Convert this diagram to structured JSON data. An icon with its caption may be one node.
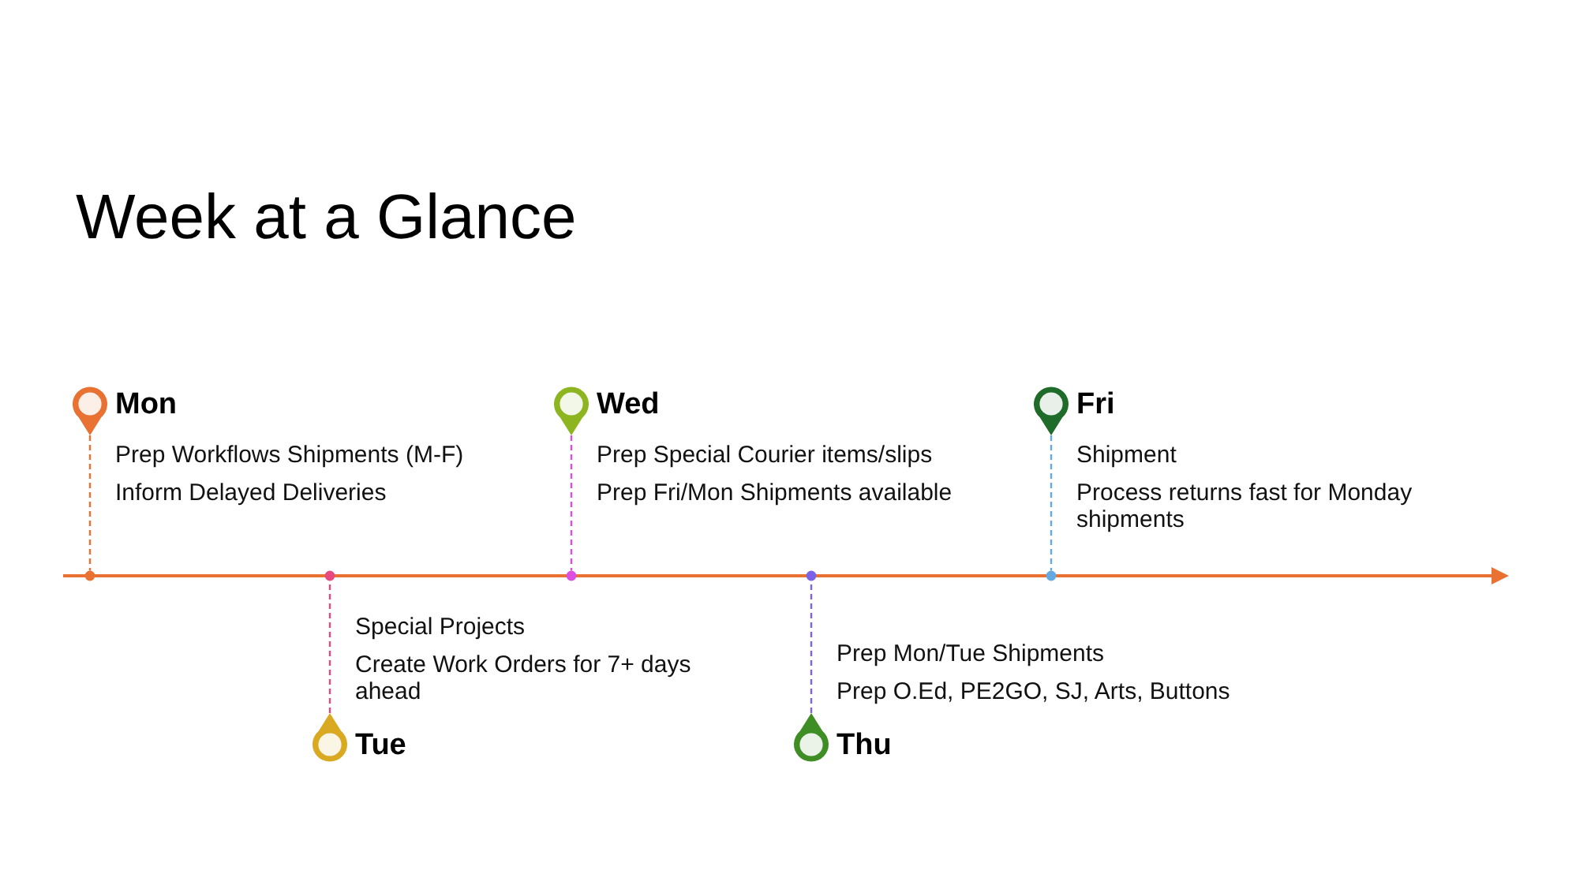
{
  "diagram": {
    "title": "Week at a Glance",
    "nodes": [
      {
        "text": [
          "Mon"
        ],
        "beside": [
          "Prep Workflows Shipments (M-F)",
          "Inform Delayed Deliveries"
        ]
      },
      {
        "text": [],
        "shape": "circle"
      },
      {
        "text": [],
        "shape": "circle"
      },
      {
        "text": [
          "Tue"
        ],
        "beside": [
          "Special Projects",
          "Create Work Orders for 7+ days ahead"
        ]
      },
      {
        "text": [
          "Wed"
        ],
        "beside": [
          "Prep Special Courier items/slips",
          "Prep Fri/Mon Shipments available"
        ]
      },
      {
        "text": [],
        "shape": "circle"
      },
      {
        "text": [],
        "shape": "circle"
      },
      {
        "text": [
          "Thu"
        ],
        "beside": [
          "Prep Mon/Tue Shipments",
          "Prep O.Ed, PE2GO, SJ, Arts, Buttons"
        ]
      },
      {
        "text": [
          "Fri"
        ],
        "beside": [
          "Shipment",
          "Process returns fast for Monday shipments"
        ]
      },
      {
        "text": [],
        "shape": "circle"
      }
    ],
    "edges": [
      {
        "from": 0,
        "to": 1,
        "arrow": "none",
        "style": "dashed",
        "color": "#e97132"
      },
      {
        "from": 3,
        "to": 2,
        "arrow": "none",
        "style": "dashed",
        "color": "#e84a7f"
      },
      {
        "from": 4,
        "to": 5,
        "arrow": "none",
        "style": "dashed",
        "color": "#dd4fe0"
      },
      {
        "from": 7,
        "to": 6,
        "arrow": "none",
        "style": "dashed",
        "color": "#7b62e6"
      },
      {
        "from": 8,
        "to": 9,
        "arrow": "none",
        "style": "dashed",
        "color": "#65a9e2"
      }
    ]
  }
}
